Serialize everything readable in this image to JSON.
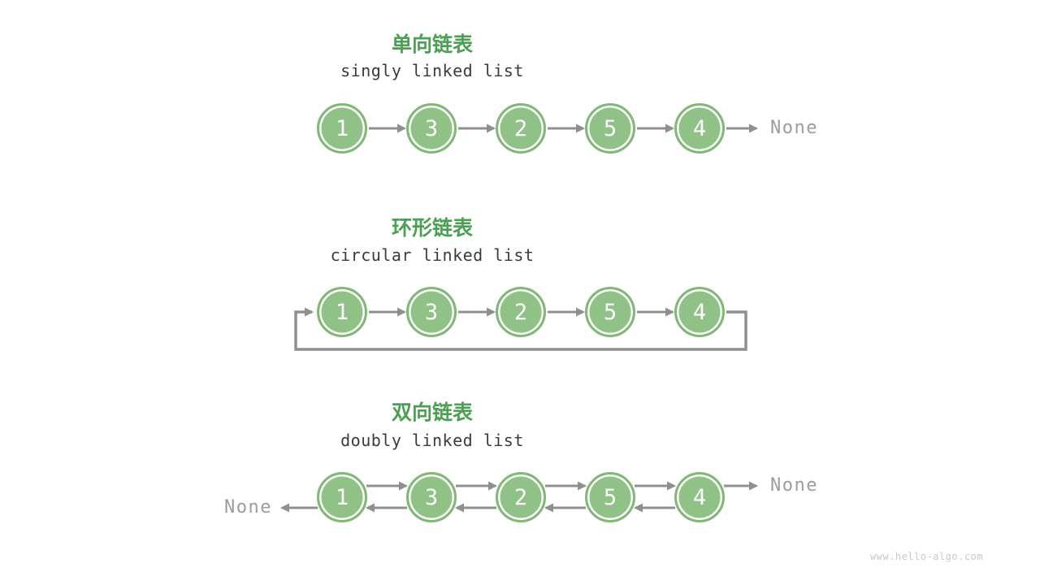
{
  "colors": {
    "accent-green": "#4ca054",
    "node-fill": "#90c187",
    "node-border": "#80b975",
    "arrow-gray": "#8f8f8f",
    "label-gray": "#9c9c9c",
    "subtitle-dark": "#3b3b3b",
    "watermark-gray": "#c9c9c9"
  },
  "sections": [
    {
      "title": "单向链表",
      "subtitle": "singly linked list",
      "nodes": [
        "1",
        "3",
        "2",
        "5",
        "4"
      ],
      "tail_label": "None"
    },
    {
      "title": "环形链表",
      "subtitle": "circular linked list",
      "nodes": [
        "1",
        "3",
        "2",
        "5",
        "4"
      ]
    },
    {
      "title": "双向链表",
      "subtitle": "doubly linked list",
      "nodes": [
        "1",
        "3",
        "2",
        "5",
        "4"
      ],
      "head_label": "None",
      "tail_label": "None"
    }
  ],
  "watermark": "www.hello-algo.com"
}
